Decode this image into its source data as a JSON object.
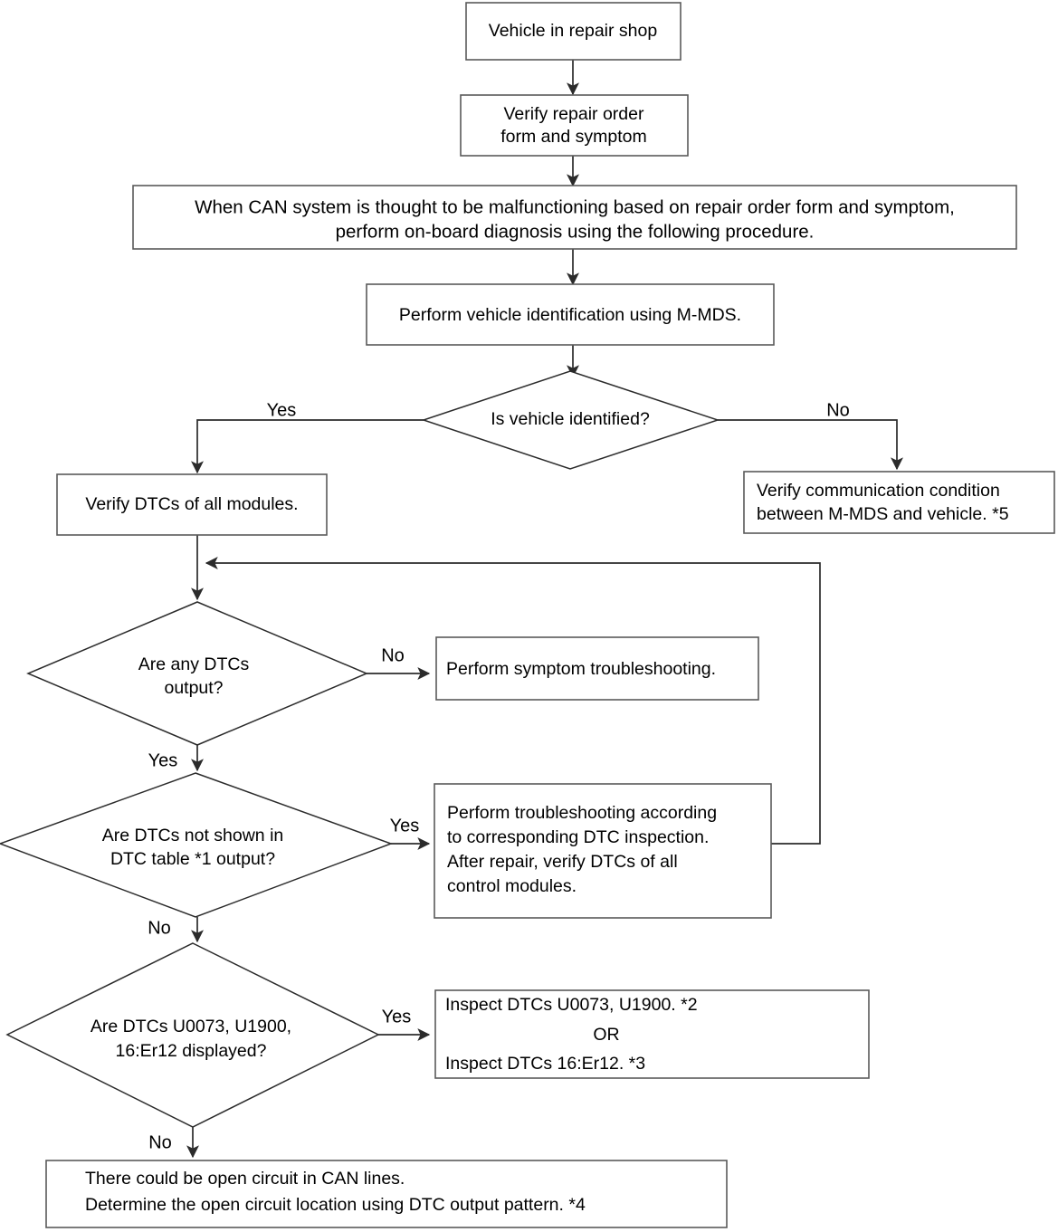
{
  "diagram": {
    "title": "CAN system on-board diagnosis flowchart",
    "type": "flowchart",
    "colors": {
      "background": "#ffffff",
      "box_stroke": "#5a5a5a",
      "diamond_stroke": "#2b2b2b",
      "connector": "#2b2b2b",
      "text": "#000000"
    }
  },
  "nodes": {
    "start": {
      "shape": "process",
      "lines": [
        "Vehicle in repair shop"
      ]
    },
    "verify_repair_order": {
      "shape": "process",
      "lines": [
        "Verify repair order",
        "form and symptom"
      ]
    },
    "can_note": {
      "shape": "process",
      "lines": [
        "When CAN system is thought to be malfunctioning based on repair order form and symptom,",
        "perform on-board diagnosis using the following procedure."
      ]
    },
    "vehicle_identification": {
      "shape": "process",
      "lines": [
        "Perform vehicle identification using M-MDS."
      ]
    },
    "is_vehicle_identified": {
      "shape": "decision",
      "lines": [
        "Is vehicle identified?"
      ]
    },
    "verify_dtcs_all_modules": {
      "shape": "process",
      "lines": [
        "Verify DTCs of all modules."
      ]
    },
    "verify_communication": {
      "shape": "process",
      "lines": [
        "Verify communication condition",
        "between M-MDS and vehicle. *5"
      ]
    },
    "any_dtcs_output": {
      "shape": "decision",
      "lines": [
        "Are any DTCs",
        "output?"
      ]
    },
    "symptom_troubleshooting": {
      "shape": "process",
      "lines": [
        "Perform symptom troubleshooting."
      ]
    },
    "dtcs_not_in_table": {
      "shape": "decision",
      "lines": [
        "Are DTCs not shown in",
        "DTC table *1 output?"
      ]
    },
    "perform_troubleshooting": {
      "shape": "process",
      "lines": [
        "Perform troubleshooting according",
        "to corresponding DTC inspection.",
        "After repair, verify DTCs of all",
        "control modules."
      ]
    },
    "dtcs_displayed": {
      "shape": "decision",
      "lines": [
        "Are DTCs U0073, U1900,",
        "16:Er12 displayed?"
      ]
    },
    "inspect_dtcs": {
      "shape": "process",
      "lines": [
        "Inspect DTCs U0073, U1900.  *2",
        "OR",
        "Inspect DTCs 16:Er12.  *3"
      ]
    },
    "open_circuit": {
      "shape": "process",
      "lines": [
        "There could be open circuit in CAN lines.",
        "Determine the open circuit location using DTC output pattern.   *4"
      ]
    }
  },
  "edge_labels": {
    "identified_yes": "Yes",
    "identified_no": "No",
    "any_dtcs_no": "No",
    "any_dtcs_yes": "Yes",
    "not_in_table_yes": "Yes",
    "not_in_table_no": "No",
    "displayed_yes": "Yes",
    "displayed_no": "No"
  }
}
